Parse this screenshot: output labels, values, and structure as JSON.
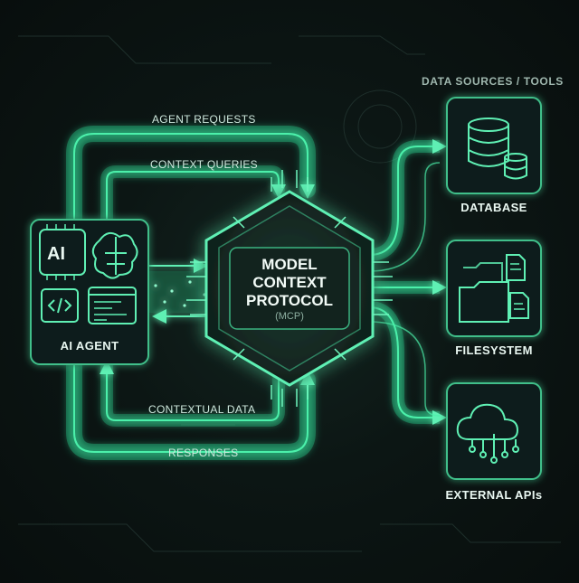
{
  "header": {
    "data_sources_heading": "DATA SOURCES / TOOLS"
  },
  "agent": {
    "label": "AI AGENT",
    "ai_badge": "AI"
  },
  "hub": {
    "line1": "MODEL",
    "line2": "CONTEXT",
    "line3": "PROTOCOL",
    "sub": "(MCP)"
  },
  "flows": {
    "agent_requests": "AGENT REQUESTS",
    "context_queries": "CONTEXT QUERIES",
    "contextual_data": "CONTEXTUAL DATA",
    "responses": "RESPONSES"
  },
  "tools": {
    "database": "DATABASE",
    "filesystem": "FILESYSTEM",
    "external_apis": "EXTERNAL APIs"
  },
  "colors": {
    "accent": "#3fe0a0",
    "accent_dark": "#1f8f66",
    "panel": "#0f1d1a",
    "background": "#0a1211"
  }
}
